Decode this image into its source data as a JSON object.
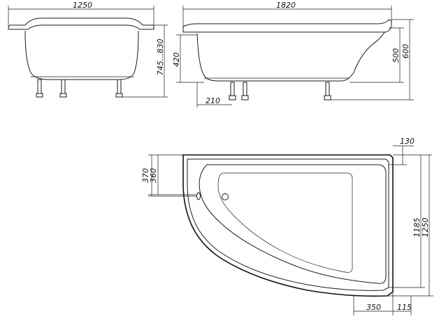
{
  "dimensions": {
    "front_width": "1250",
    "front_height": "745...830",
    "side_length": "1820",
    "side_inner_height": "420",
    "side_leg_offset": "210",
    "side_depth": "500",
    "side_total_height": "600",
    "plan_top_offset_1": "370",
    "plan_top_offset_2": "360",
    "plan_corner": "130",
    "plan_inner_depth": "1185",
    "plan_total_depth": "1250",
    "plan_bottom_offset": "350",
    "plan_bottom_corner": "115"
  }
}
